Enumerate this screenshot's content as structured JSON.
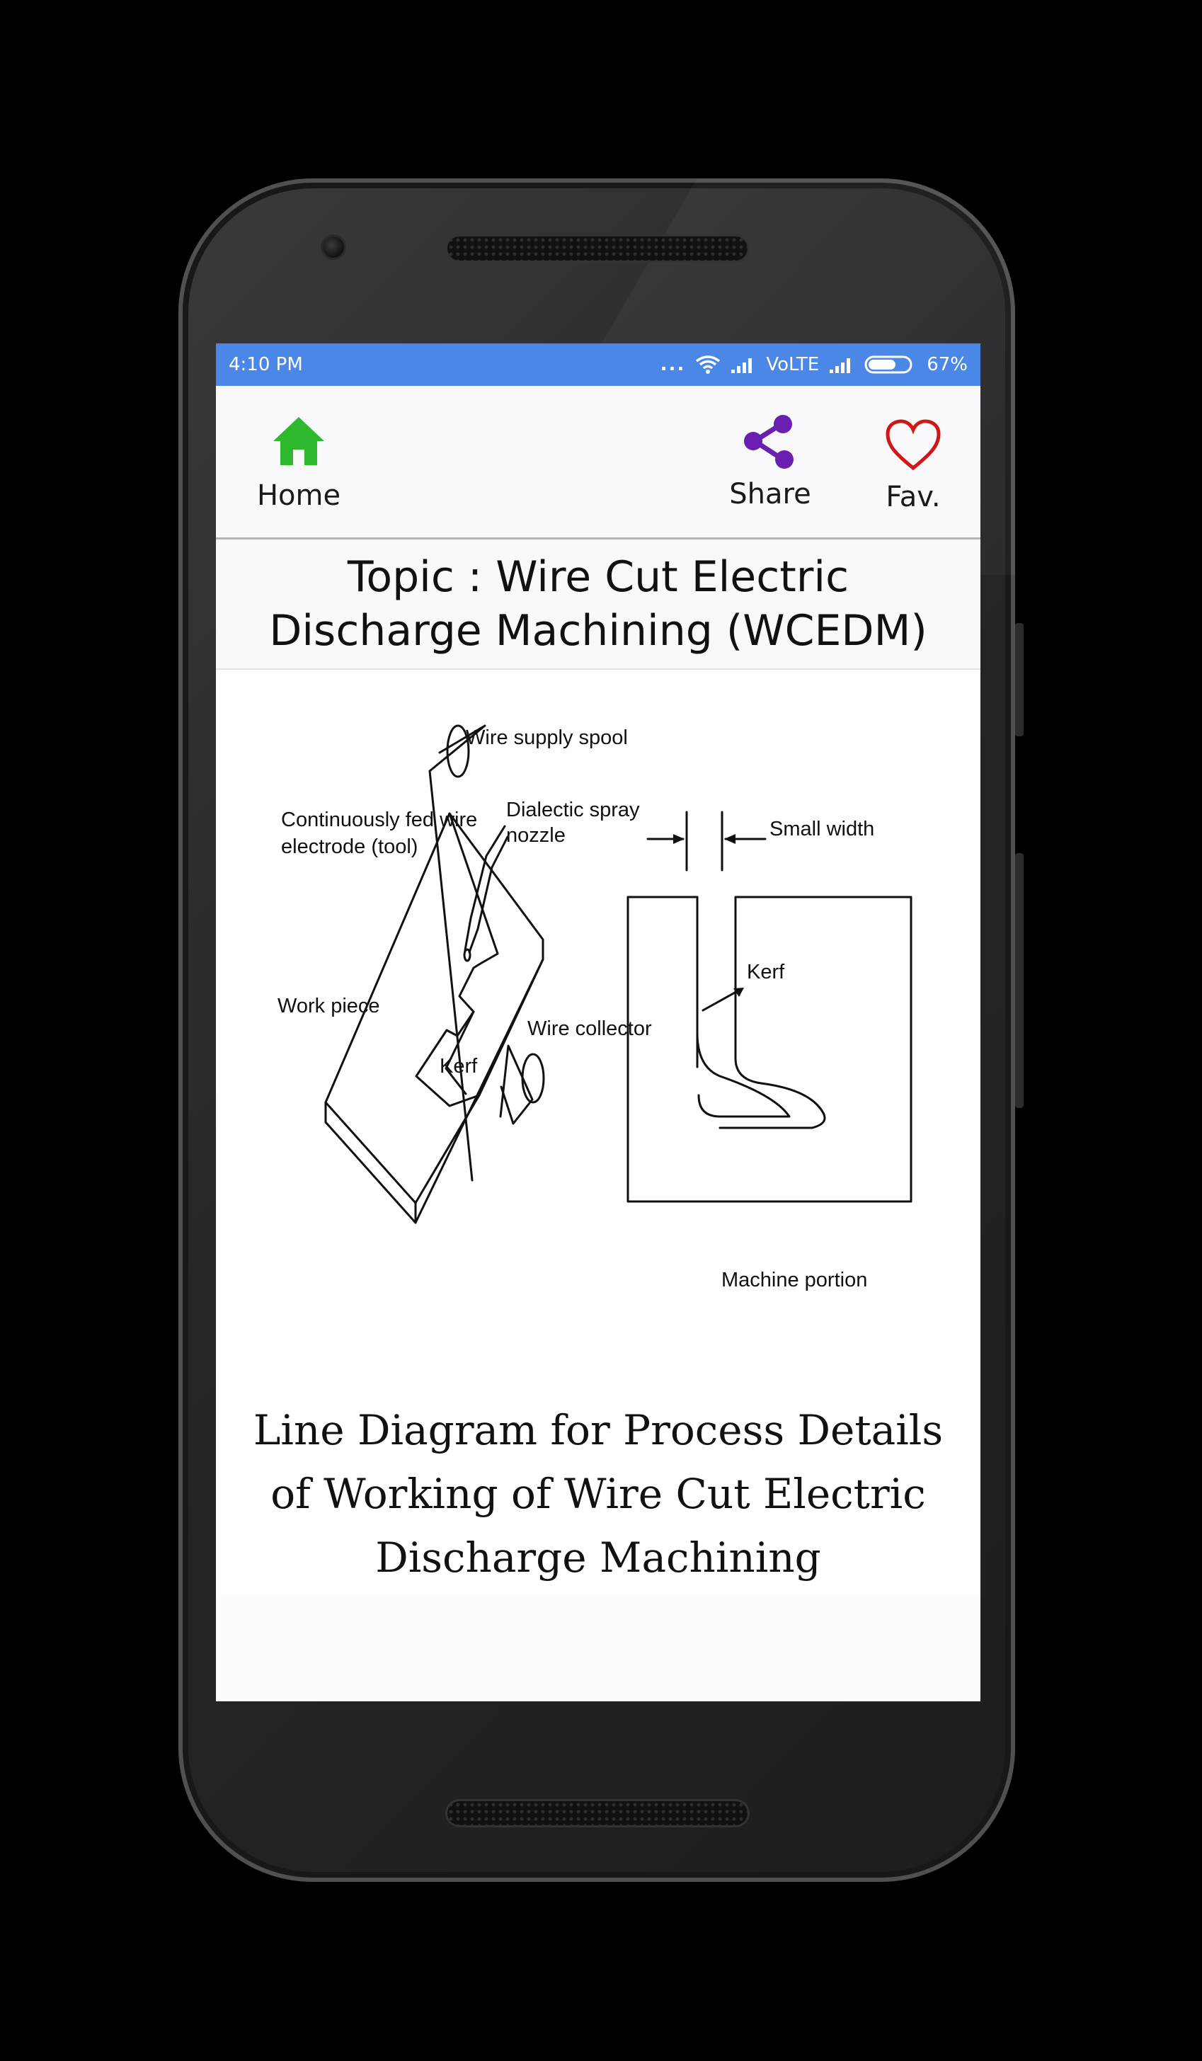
{
  "status_bar": {
    "time": "4:10 PM",
    "dots": "...",
    "network": "VoLTE",
    "battery": "67%",
    "battery_level": 0.67,
    "color": "#4a87e6"
  },
  "toolbar": {
    "home_label": "Home",
    "share_label": "Share",
    "fav_label": "Fav.",
    "home_icon": "home-icon",
    "share_icon": "share-icon",
    "fav_icon": "heart-icon",
    "home_color": "#2db82d",
    "share_color": "#6a1fb0",
    "fav_color": "#d11818"
  },
  "topic": {
    "title": "Topic : Wire Cut Electric Discharge Machining (WCEDM)"
  },
  "diagram": {
    "labels": {
      "wire_supply_spool": "Wire supply spool",
      "continuously_fed_1": "Continuously fed wire",
      "continuously_fed_2": "electrode  (tool)",
      "dialectic_1": "Dialectic spray",
      "dialectic_2": "nozzle",
      "work_piece": "Work piece",
      "kerf_left": "Kerf",
      "wire_collector": "Wire collector",
      "small_width": "Small width",
      "kerf_right": "Kerf",
      "machine_portion": "Machine portion"
    }
  },
  "caption": {
    "text": "Line Diagram for Process Details of Working of Wire Cut Electric Discharge Machining"
  }
}
